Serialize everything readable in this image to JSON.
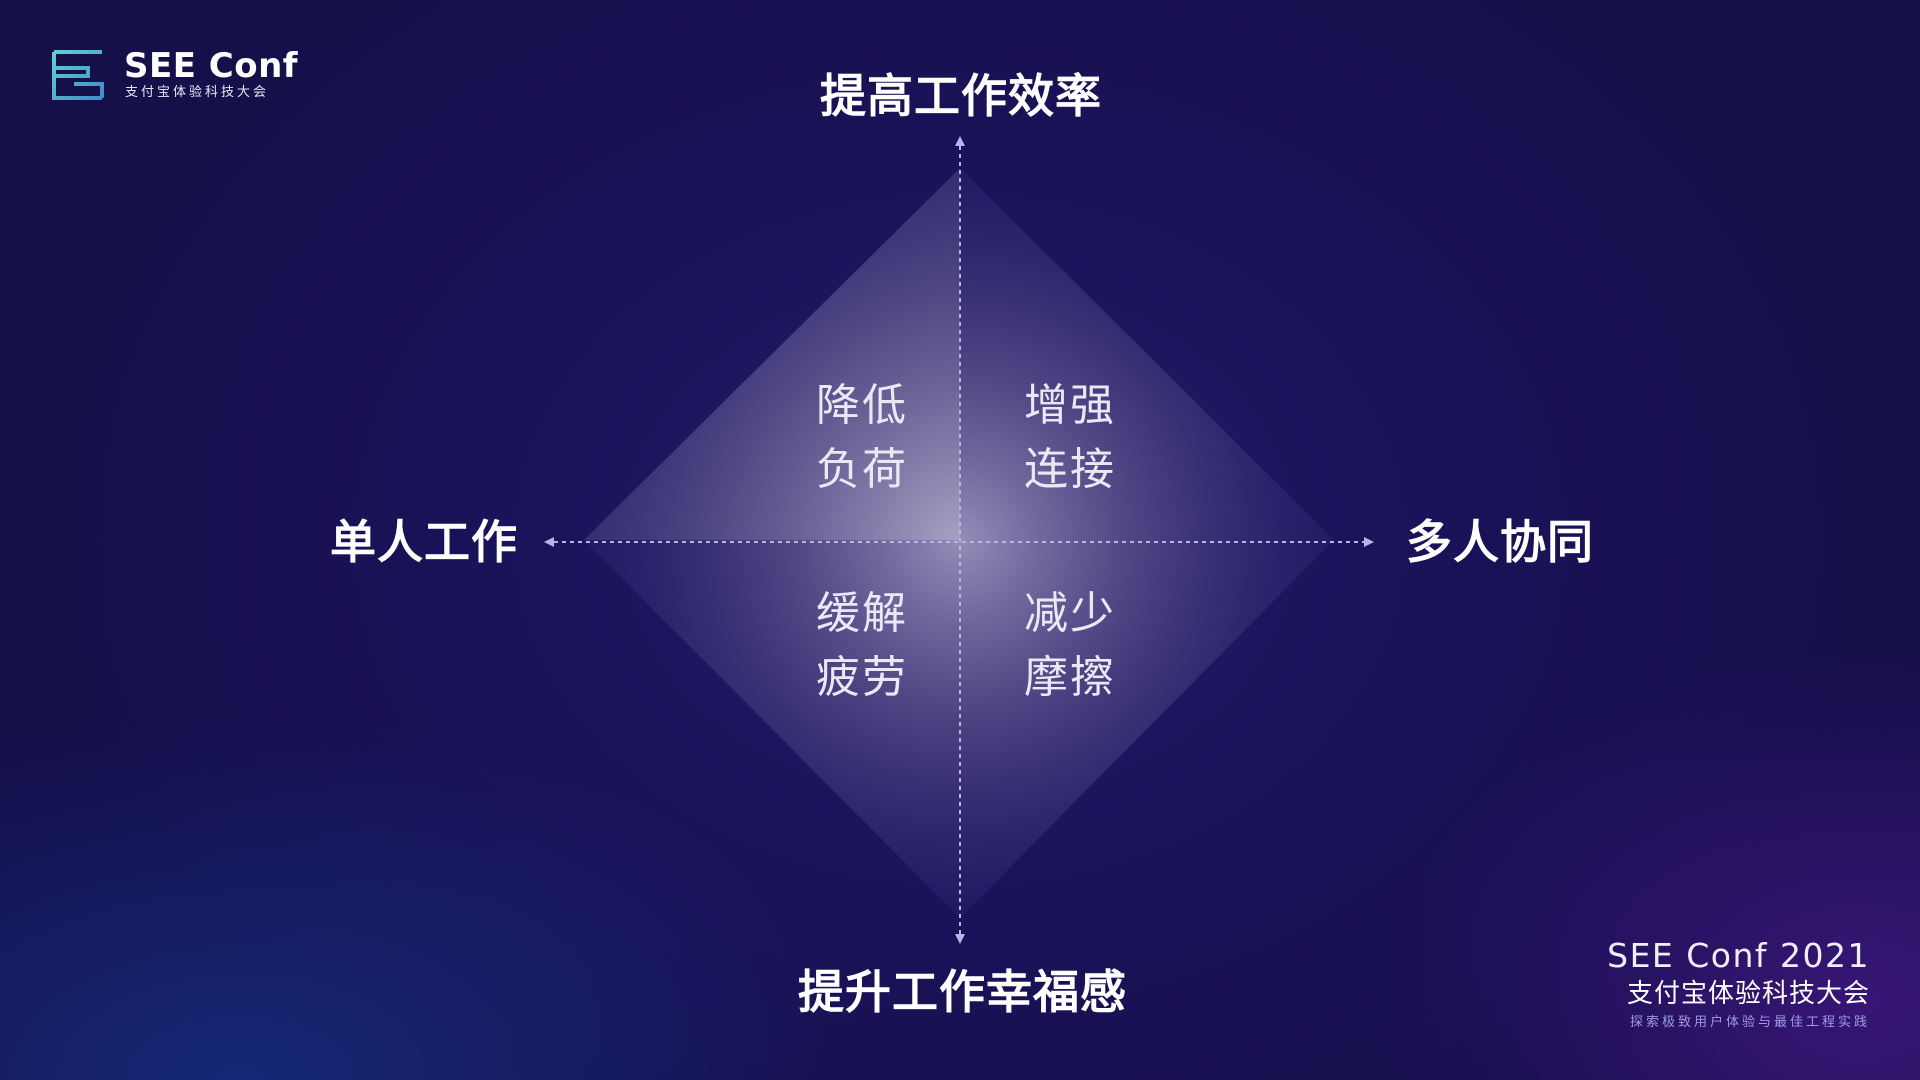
{
  "brand": {
    "logo_title": "SEE Conf",
    "logo_subtitle": "支付宝体验科技大会",
    "logo_icon": "see-conf-logo-icon",
    "logo_colors": [
      "#5cc6d2",
      "#3e95c9"
    ]
  },
  "diagram": {
    "top_label": "提高工作效率",
    "bottom_label": "提升工作幸福感",
    "left_label": "单人工作",
    "right_label": "多人协同",
    "quadrants": {
      "top_left": [
        "降低",
        "负荷"
      ],
      "top_right": [
        "增强",
        "连接"
      ],
      "bottom_left": [
        "缓解",
        "疲劳"
      ],
      "bottom_right": [
        "减少",
        "摩擦"
      ]
    },
    "colors": {
      "background": "#1a1257",
      "axis": "#b8b4e6",
      "diamond_highlight": "#8a82b4"
    }
  },
  "footer": {
    "title": "SEE Conf 2021",
    "subtitle": "支付宝体验科技大会",
    "tagline": "探索极致用户体验与最佳工程实践"
  }
}
